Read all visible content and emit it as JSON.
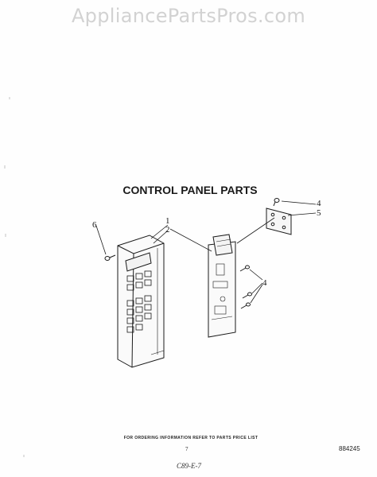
{
  "watermark": "AppliancePartsPros.com",
  "title": "CONTROL PANEL PARTS",
  "callouts": [
    "1",
    "2",
    "6",
    "4",
    "5",
    "4"
  ],
  "footer_note": "FOR ORDERING INFORMATION REFER TO PARTS PRICE LIST",
  "page_number": "7",
  "document_number": "884245",
  "handwritten_note": "C89-E-7"
}
